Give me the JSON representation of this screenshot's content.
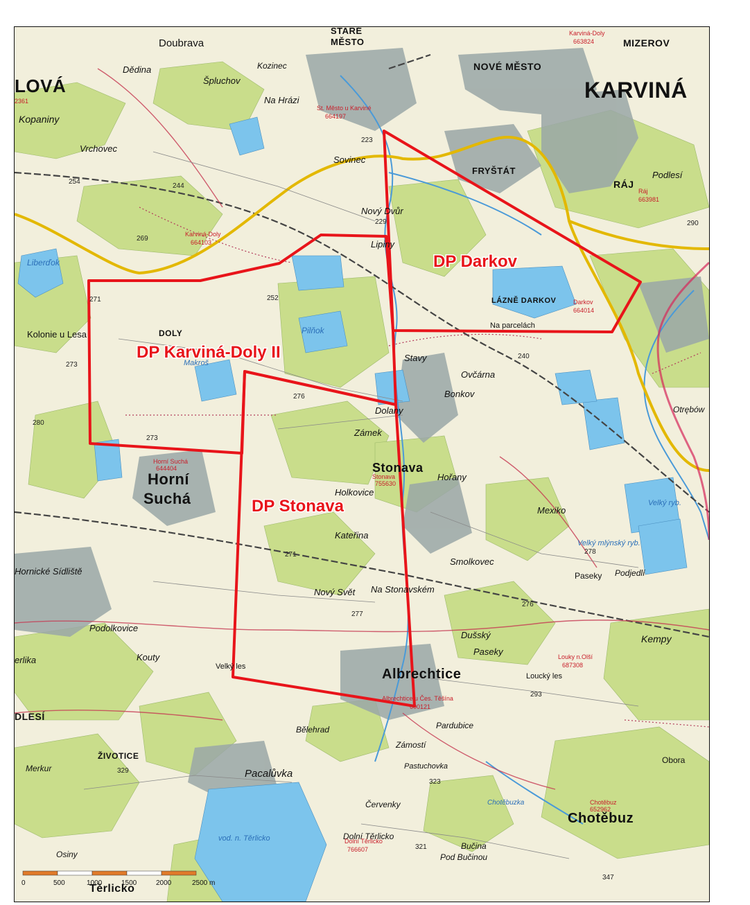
{
  "map": {
    "areas": [
      {
        "id": "darkov",
        "label": "DP Darkov"
      },
      {
        "id": "karvina-doly",
        "label": "DP Karviná-Doly II"
      },
      {
        "id": "stonava",
        "label": "DP Stonava"
      }
    ],
    "places_major": [
      "KARVINÁ",
      "Horní",
      "Suchá",
      "Albrechtice",
      "Chotěbuz",
      "Stonava"
    ],
    "places_minor": [
      "Doubrava",
      "STARÉ",
      "MĚSTO",
      "NOVÉ MĚSTO",
      "MIZEROV",
      "FRYŠTÁT",
      "RÁJ",
      "Podlesí",
      "LOVÁ",
      "Kopaniny",
      "Vrchovec",
      "Dědina",
      "Špluchov",
      "Kozinec",
      "Na Hrázi",
      "Sovinec",
      "Nový Dvůr",
      "Lipiny",
      "LÁZNĚ DARKOV",
      "Na parcelách",
      "DOLY",
      "Kolonie u Lesa",
      "Pilňok",
      "Stavy",
      "Ovčárna",
      "Bonkov",
      "Dolany",
      "Zámek",
      "Hořany",
      "Holkovice",
      "Kateřina",
      "Mexiko",
      "Smolkovec",
      "Paseky",
      "Podjedlí",
      "Nový Svět",
      "Na Stonavském",
      "Hornické Sídliště",
      "Podolkovice",
      "Kouty",
      "Velký les",
      "Dušský",
      "Paseky",
      "Loucký les",
      "Kempy",
      "Otrębów",
      "Bělehrad",
      "Pardubice",
      "Zámostí",
      "Pastuchovka",
      "Červenky",
      "ŽIVOTICE",
      "Pacalůvka",
      "Merkur",
      "Dolní Těrlicko",
      "Pod Bučinou",
      "Bučina",
      "Obora",
      "vod. n. Těrlicko",
      "Těrlicko",
      "Osiny",
      "DLESÍ",
      "erlika",
      "Velký ryb.",
      "Velký mlýnský ryb.",
      "Liberďok",
      "Makroš",
      "Chotěbuzka"
    ],
    "cadastral_labels": [
      "Karviná-Doly",
      "664103",
      "Darkov",
      "664014",
      "St. Město u Karviné",
      "664197",
      "Ráj",
      "663981",
      "Horní Suchá",
      "644404",
      "Stonava",
      "755630",
      "Albrechtice u Čes. Těšína",
      "600121",
      "Louky n.Olší",
      "687308",
      "Dolní Těrlicko",
      "766607",
      "Chotěbuz",
      "652962",
      "Karviná-Doly",
      "663824",
      "2361"
    ],
    "elevations": [
      "223",
      "254",
      "244",
      "269",
      "271",
      "273",
      "252",
      "229",
      "240",
      "276",
      "273",
      "280",
      "278",
      "271",
      "277",
      "276",
      "293",
      "329",
      "323",
      "321",
      "347",
      "290"
    ],
    "scale": {
      "ticks": [
        "0",
        "500",
        "1000",
        "1500",
        "2000",
        "2500 m"
      ]
    },
    "colors": {
      "outline": "#e8141a",
      "road": "#f2c400",
      "water": "#7cc4ec",
      "forest": "#c9dd8b",
      "urban": "#8d9a9a",
      "rail": "#555555"
    }
  }
}
